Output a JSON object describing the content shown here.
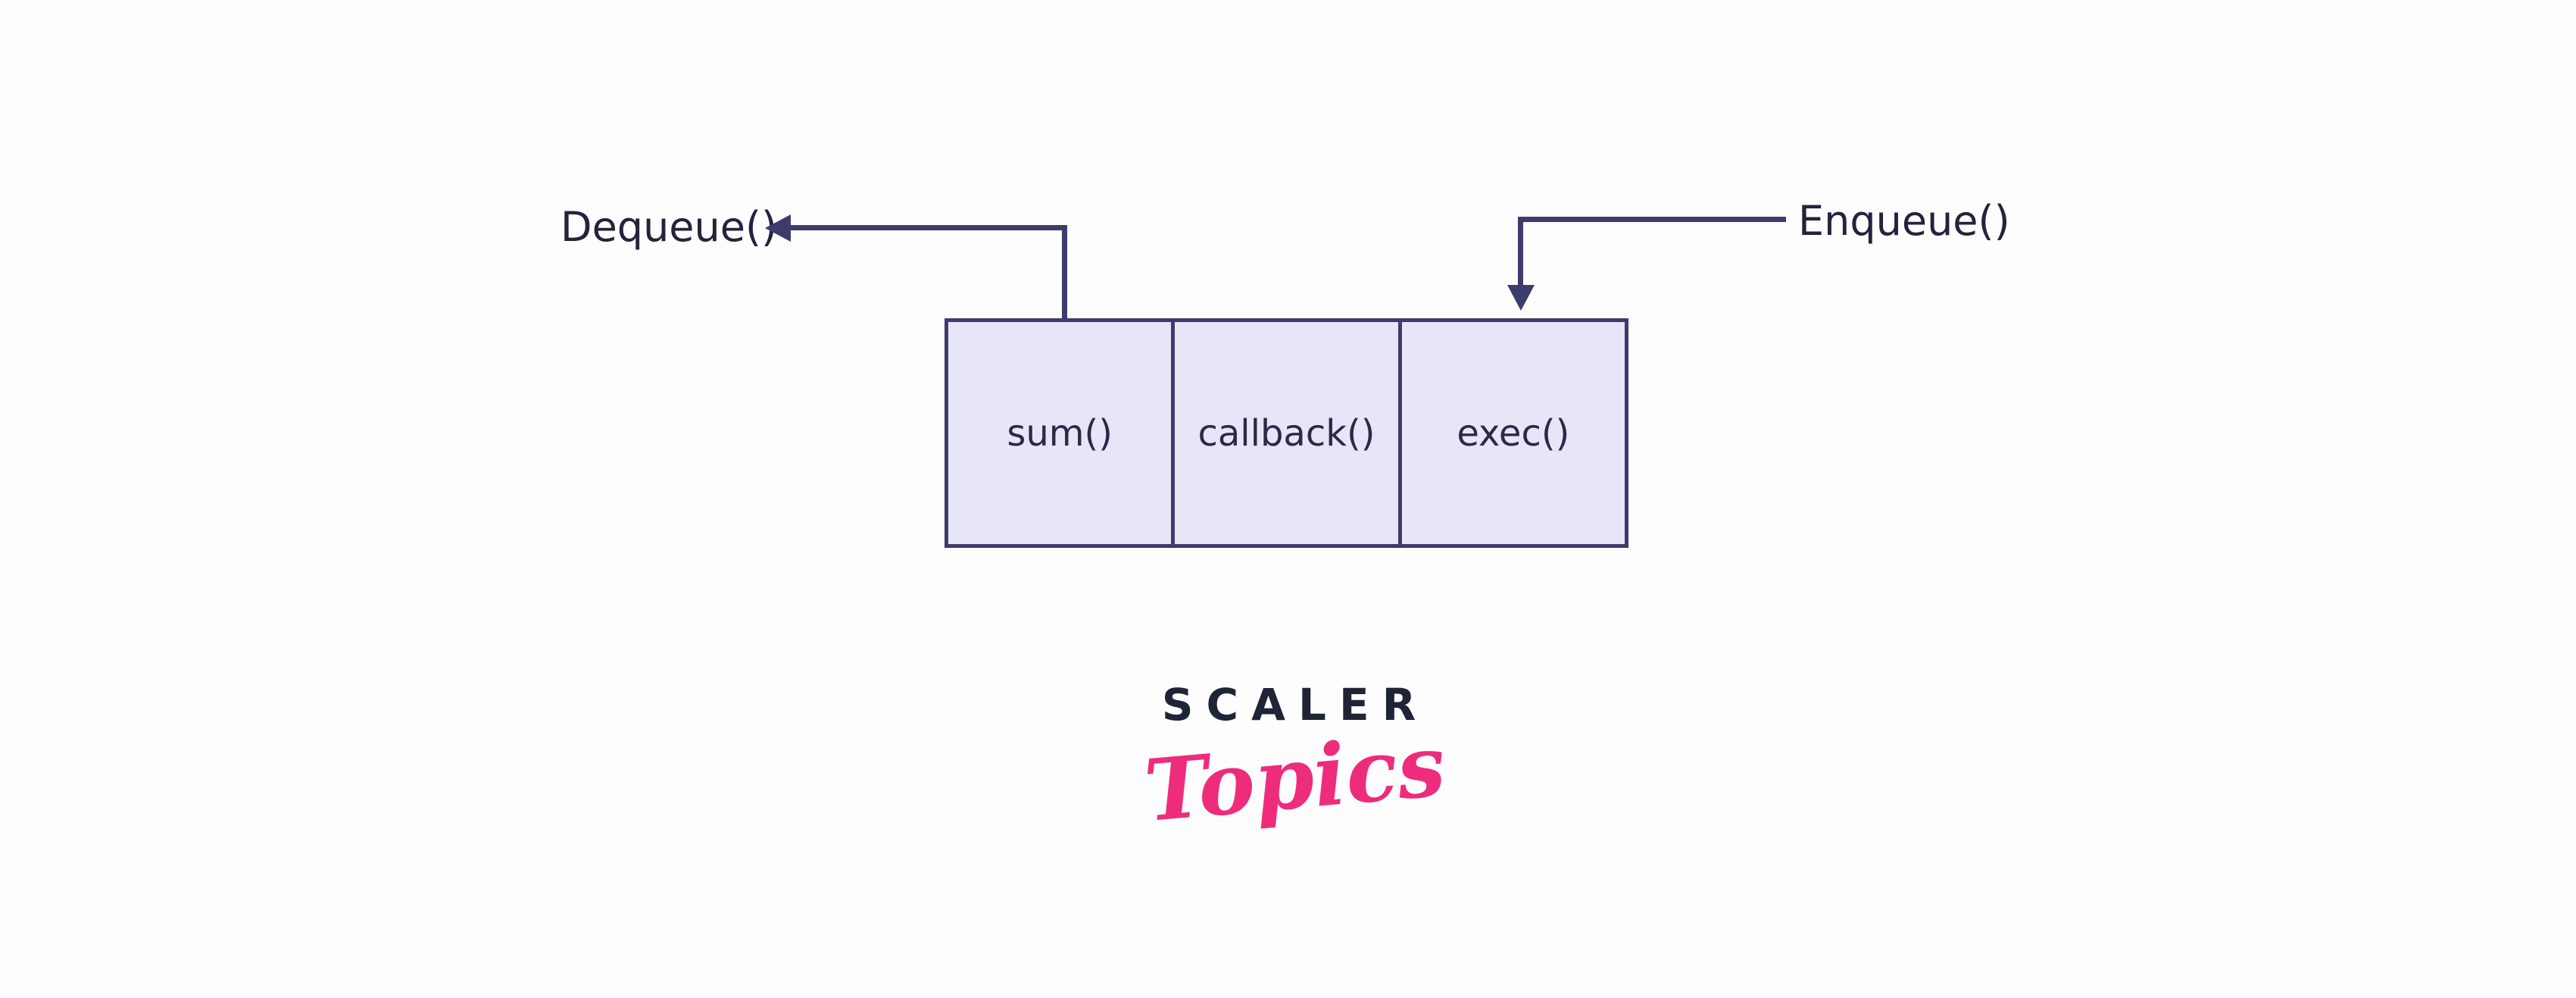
{
  "diagram": {
    "dequeue_label": "Dequeue()",
    "enqueue_label": "Enqueue()",
    "queue": {
      "cells": [
        {
          "label": "sum()"
        },
        {
          "label": "callback()"
        },
        {
          "label": "exec()"
        }
      ]
    },
    "colors": {
      "arrow": "#3e3c6b",
      "cell_fill": "#e7e6f8",
      "cell_border": "#3e3c6b",
      "label_text": "#23233e",
      "cell_text": "#2a2a48",
      "bg": "#fdfdfe"
    }
  },
  "logo": {
    "brand": "SCALER",
    "sub": "Topics",
    "brand_color": "#1f2437",
    "sub_color": "#ee2c7c"
  }
}
